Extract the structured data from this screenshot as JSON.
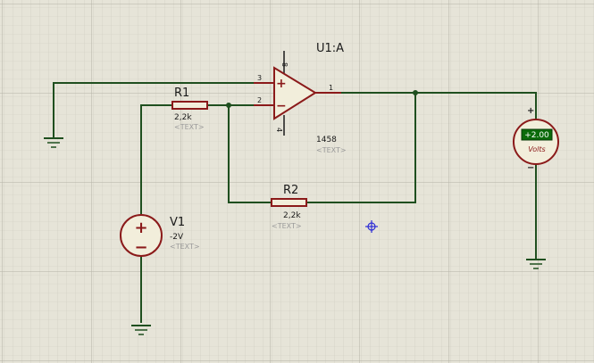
{
  "colors": {
    "background": "#e6e4d8",
    "grid": "#c8c6ba",
    "wire": "#1f4f1f",
    "component": "#8b1a1a",
    "body_fill": "#f2eedb",
    "pin_number": "#1a1a1a",
    "placeholder": "#9a9a9a",
    "meter_bg": "#0a6b0a",
    "meter_text": "#ffffff",
    "cursor": "#2b2bd6"
  },
  "opamp": {
    "name": "U1:A",
    "model": "1458",
    "placeholder": "<TEXT>",
    "pins": {
      "noninv": "3",
      "inv": "2",
      "out": "1",
      "vplus": "8",
      "vminus": "4"
    },
    "noninv_symbol": "+",
    "inv_symbol": "−"
  },
  "r1": {
    "name": "R1",
    "value": "2,2k",
    "placeholder": "<TEXT>"
  },
  "r2": {
    "name": "R2",
    "value": "2,2k",
    "placeholder": "<TEXT>"
  },
  "v1": {
    "name": "V1",
    "value": "-2V",
    "placeholder": "<TEXT>",
    "plus": "+",
    "minus": "−"
  },
  "voltmeter": {
    "reading": "+2.00",
    "unit": "Volts",
    "plus": "+",
    "minus": "−"
  },
  "icons": {
    "ground": "ground-icon",
    "cursor": "crosshair-cursor-icon"
  }
}
